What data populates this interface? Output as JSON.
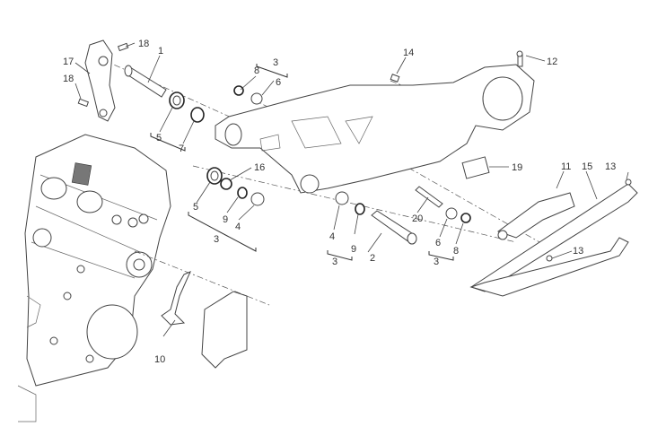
{
  "diagram": {
    "title": "Swingarm exploded view",
    "callouts": [
      {
        "id": "c1",
        "label": "1",
        "part": "swingarm pivot shaft"
      },
      {
        "id": "c2",
        "label": "2",
        "part": "pivot shaft"
      },
      {
        "id": "c3a",
        "label": "3",
        "part": "kit bracket"
      },
      {
        "id": "c3b",
        "label": "3",
        "part": "kit bracket"
      },
      {
        "id": "c3c",
        "label": "3",
        "part": "kit bracket"
      },
      {
        "id": "c3d",
        "label": "3",
        "part": "kit bracket"
      },
      {
        "id": "c4a",
        "label": "4",
        "part": "needle bearing"
      },
      {
        "id": "c4b",
        "label": "4",
        "part": "needle bearing"
      },
      {
        "id": "c5a",
        "label": "5",
        "part": "seal ring"
      },
      {
        "id": "c5b",
        "label": "5",
        "part": "seal ring"
      },
      {
        "id": "c6a",
        "label": "6",
        "part": "bushing"
      },
      {
        "id": "c6b",
        "label": "6",
        "part": "bushing"
      },
      {
        "id": "c7",
        "label": "7",
        "part": "bushing"
      },
      {
        "id": "c8a",
        "label": "8",
        "part": "ring"
      },
      {
        "id": "c8b",
        "label": "8",
        "part": "ring"
      },
      {
        "id": "c9a",
        "label": "9",
        "part": "washer"
      },
      {
        "id": "c9b",
        "label": "9",
        "part": "washer"
      },
      {
        "id": "c10",
        "label": "10",
        "part": "bracket"
      },
      {
        "id": "c11",
        "label": "11",
        "part": "chain guide bracket"
      },
      {
        "id": "c12",
        "label": "12",
        "part": "screw"
      },
      {
        "id": "c13a",
        "label": "13",
        "part": "screw"
      },
      {
        "id": "c13b",
        "label": "13",
        "part": "screw"
      },
      {
        "id": "c14",
        "label": "14",
        "part": "grease nipple"
      },
      {
        "id": "c15",
        "label": "15",
        "part": "chain slider"
      },
      {
        "id": "c16",
        "label": "16",
        "part": "spacer"
      },
      {
        "id": "c17",
        "label": "17",
        "part": "footpeg bracket"
      },
      {
        "id": "c18a",
        "label": "18",
        "part": "screw"
      },
      {
        "id": "c18b",
        "label": "18",
        "part": "screw"
      },
      {
        "id": "c19",
        "label": "19",
        "part": "label"
      },
      {
        "id": "c20",
        "label": "20",
        "part": "inner spacer"
      }
    ]
  }
}
